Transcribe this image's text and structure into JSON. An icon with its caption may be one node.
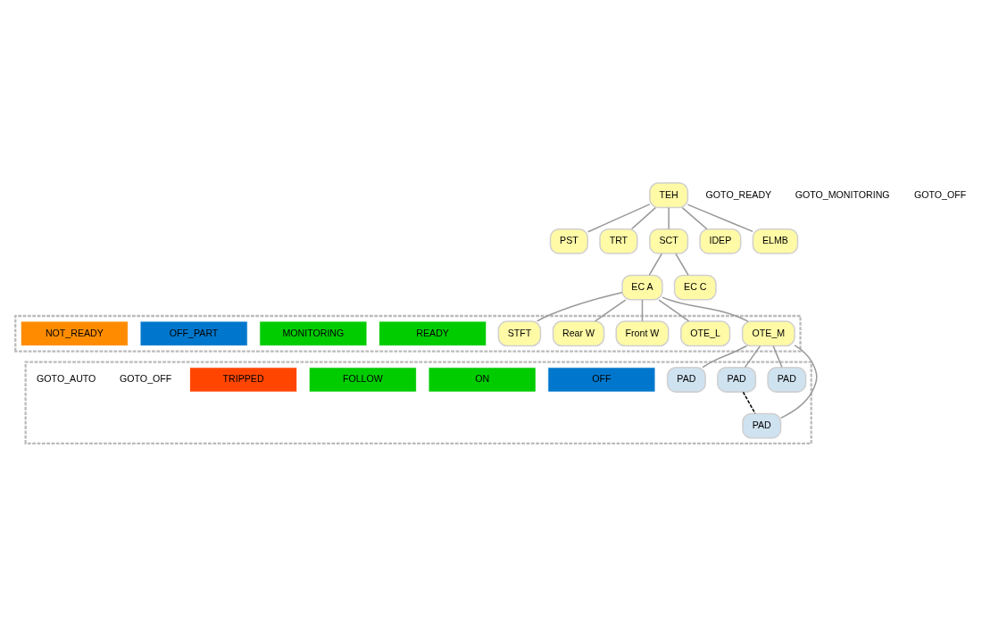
{
  "diagram": {
    "nodes": [
      {
        "text": [
          "TEH"
        ]
      },
      {
        "text": [
          "PST"
        ]
      },
      {
        "text": [
          "TRT"
        ]
      },
      {
        "text": [
          "SCT"
        ]
      },
      {
        "text": [
          "IDEP"
        ]
      },
      {
        "text": [
          "ELMB"
        ]
      },
      {
        "text": [
          "EC A"
        ]
      },
      {
        "text": [
          "EC C"
        ]
      },
      {
        "text": [],
        "shape": "box"
      },
      {
        "text": [
          "OTE_M"
        ],
        "in": 8
      },
      {
        "text": [
          "OTE_L"
        ],
        "in": 8
      },
      {
        "text": [
          "Front W"
        ],
        "in": 8
      },
      {
        "text": [
          "Rear W"
        ],
        "in": 8
      },
      {
        "text": [
          "STFT"
        ],
        "in": 8
      },
      {
        "text": [
          "READY"
        ],
        "in": 8
      },
      {
        "text": [
          "MONITORING"
        ],
        "in": 8
      },
      {
        "text": [
          "OFF_PART"
        ],
        "in": 8
      },
      {
        "text": [
          "NOT_READY"
        ],
        "in": 8
      },
      {
        "text": [],
        "shape": "box"
      },
      {
        "text": [
          "PAD"
        ],
        "in": 18
      },
      {
        "text": [
          "PAD"
        ],
        "in": 18
      },
      {
        "text": [
          "PAD"
        ],
        "in": 18
      },
      {
        "text": [
          "PAD"
        ],
        "in": 18
      },
      {
        "text": [
          "OFF"
        ],
        "in": 18
      },
      {
        "text": [
          "ON"
        ],
        "in": 18
      },
      {
        "text": [
          "FOLLOW"
        ],
        "in": 18
      },
      {
        "text": [
          "TRIPPED"
        ],
        "in": 18
      }
    ],
    "edges": [
      {
        "from": 0,
        "to": 1,
        "arrow": "none"
      },
      {
        "from": 0,
        "to": 2,
        "arrow": "none"
      },
      {
        "from": 0,
        "to": 3,
        "arrow": "none"
      },
      {
        "from": 0,
        "to": 4,
        "arrow": "none"
      },
      {
        "from": 0,
        "to": 5,
        "arrow": "none"
      },
      {
        "from": 3,
        "to": 6,
        "arrow": "none"
      },
      {
        "from": 3,
        "to": 7,
        "arrow": "none"
      },
      {
        "from": 6,
        "to": 9,
        "arrow": "none"
      },
      {
        "from": 6,
        "to": 10,
        "arrow": "none"
      },
      {
        "from": 6,
        "to": 11,
        "arrow": "none"
      },
      {
        "from": 6,
        "to": 12,
        "arrow": "none"
      },
      {
        "from": 6,
        "to": 13,
        "arrow": "none"
      },
      {
        "from": 9,
        "to": 19,
        "arrow": "none"
      },
      {
        "from": 9,
        "to": 20,
        "arrow": "none"
      },
      {
        "from": 9,
        "to": 21,
        "arrow": "none"
      },
      {
        "from": 9,
        "to": 22,
        "arrow": "none"
      },
      {
        "from": 20,
        "to": 21,
        "arrow": "none",
        "style": "dashed",
        "color": "#000000"
      }
    ],
    "labels": [
      "GOTO_READY",
      "GOTO_MONITORING",
      "GOTO_OFF",
      "GOTO_OFF",
      "GOTO_AUTO"
    ]
  }
}
